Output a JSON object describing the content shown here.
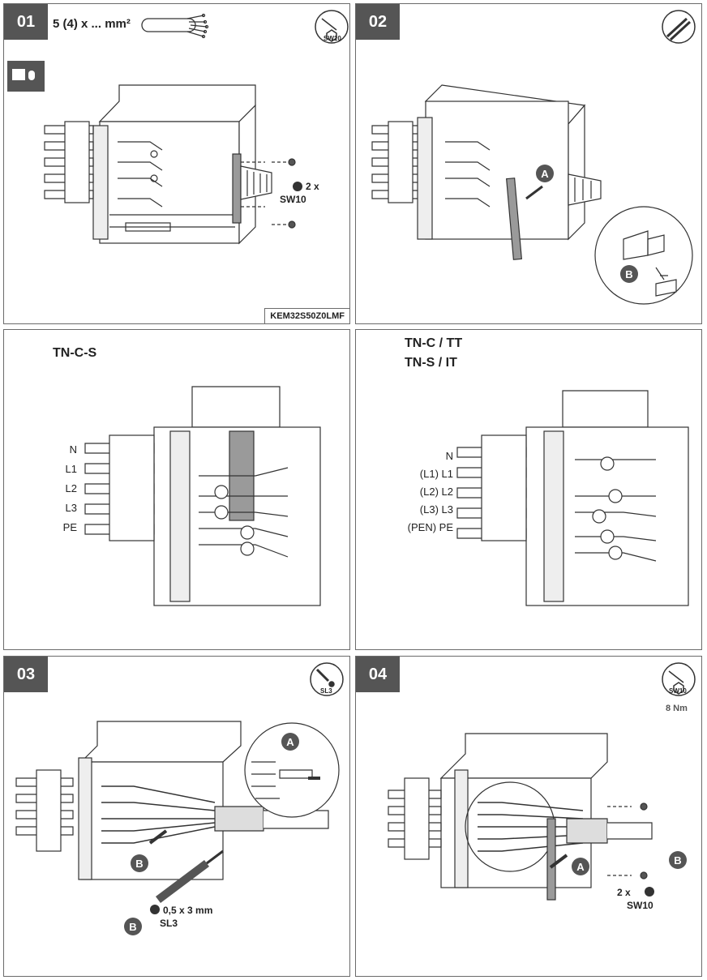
{
  "panels": {
    "p01": {
      "step": "01",
      "spec": "5 (4) x ... mm²",
      "tool": "SW10",
      "screw_count": "2 x",
      "screw_tool": "SW10",
      "product_code": "KEM32S50Z0LMF"
    },
    "p02": {
      "step": "02",
      "label_a": "A",
      "label_b": "B"
    },
    "tncs": {
      "title": "TN-C-S",
      "wires": [
        "N",
        "L1",
        "L2",
        "L3",
        "PE"
      ]
    },
    "tnc": {
      "title1": "TN-C / TT",
      "title2": "TN-S / IT",
      "wires": [
        "N",
        "(L1)  L1",
        "(L2)  L2",
        "(L3)  L3",
        "(PEN) PE"
      ]
    },
    "p03": {
      "step": "03",
      "tool": "SL3",
      "label_a": "A",
      "label_b": "B",
      "label_b2": "B",
      "blade": "0,5 x 3 mm",
      "blade_tool": "SL3"
    },
    "p04": {
      "step": "04",
      "tool": "SW10",
      "torque": "8 Nm",
      "label_a": "A",
      "label_b": "B",
      "screw_count": "2 x",
      "screw_tool": "SW10"
    }
  },
  "colors": {
    "step_bg": "#555555",
    "line": "#333333",
    "border": "#6b6b6b",
    "fill_dark": "#8a8a8a"
  }
}
